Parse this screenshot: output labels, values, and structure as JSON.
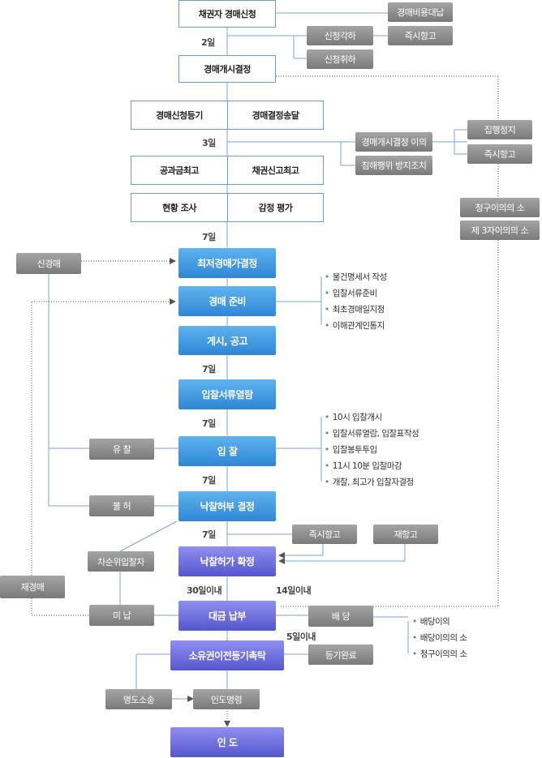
{
  "nodes": {
    "creditor_apply": "채권자 경매신청",
    "auction_cost": "경매비용대납",
    "dismiss": "신청각하",
    "immediate_appeal_1": "즉시항고",
    "withdraw": "신청취하",
    "auction_start": "경매개시결정",
    "registry": "경매신청등기",
    "decision_delivery": "경매결정송달",
    "public_tax_notice": "공과금최고",
    "claim_report_notice": "채권신고최고",
    "status_survey": "현황 조사",
    "appraisal": "감정 평가",
    "objection": "경매개시결정 이의",
    "stop_execution": "집행정지",
    "immediate_appeal_2": "즉시항고",
    "prevent_infringement": "침해행위 방지조치",
    "claim_objection_suit": "청구이의의 소",
    "third_party_suit": "제 3자이의의 소",
    "new_auction": "신경매",
    "min_price": "최저경매가결정",
    "prep": "경매 준비",
    "post": "게시, 공고",
    "doc_view": "입찰서류열람",
    "bidding": "입 찰",
    "failed_bid": "유 찰",
    "bid_decision": "낙찰허부 결정",
    "not_permit": "불 허",
    "immediate_appeal_3": "즉시항고",
    "re_appeal": "재항고",
    "next_bidder": "차순위입찰자",
    "bid_confirm": "낙찰허가 확정",
    "re_auction": "재경매",
    "unpaid": "미 납",
    "payment": "대금 납부",
    "distribution": "배 당",
    "ownership_reg": "소유권이전등기촉탁",
    "reg_done": "등기완료",
    "eviction_suit": "명도소송",
    "eviction_order": "인도명령",
    "delivery": "인 도"
  },
  "labels": {
    "d2": "2일",
    "d3": "3일",
    "d7a": "7일",
    "d7b": "7일",
    "d7c": "7일",
    "d7d": "7일",
    "d7e": "7일",
    "within30": "30일이내",
    "within14": "14일이내",
    "within5": "5일이내"
  },
  "lists": {
    "prep_items": [
      "물건명세서 작성",
      "입찰서류준비",
      "최초경매일지정",
      "이해관계인통지"
    ],
    "bid_items": [
      "10시 입찰개시",
      "입찰서류열람, 입찰표작성",
      "입찰봉투투입",
      "11시 10분 입찰마감",
      "개찰, 최고가 입찰자결정"
    ],
    "dist_items": [
      "배당이의",
      "배당이의의 소",
      "청구이의의 소"
    ]
  },
  "colors": {
    "main_blue": "#3d95e0",
    "purple": "#6a6ae0",
    "gray_box": "#8c8c8c",
    "outline": "#6e9bd4",
    "connector": "#7aa3d6"
  }
}
